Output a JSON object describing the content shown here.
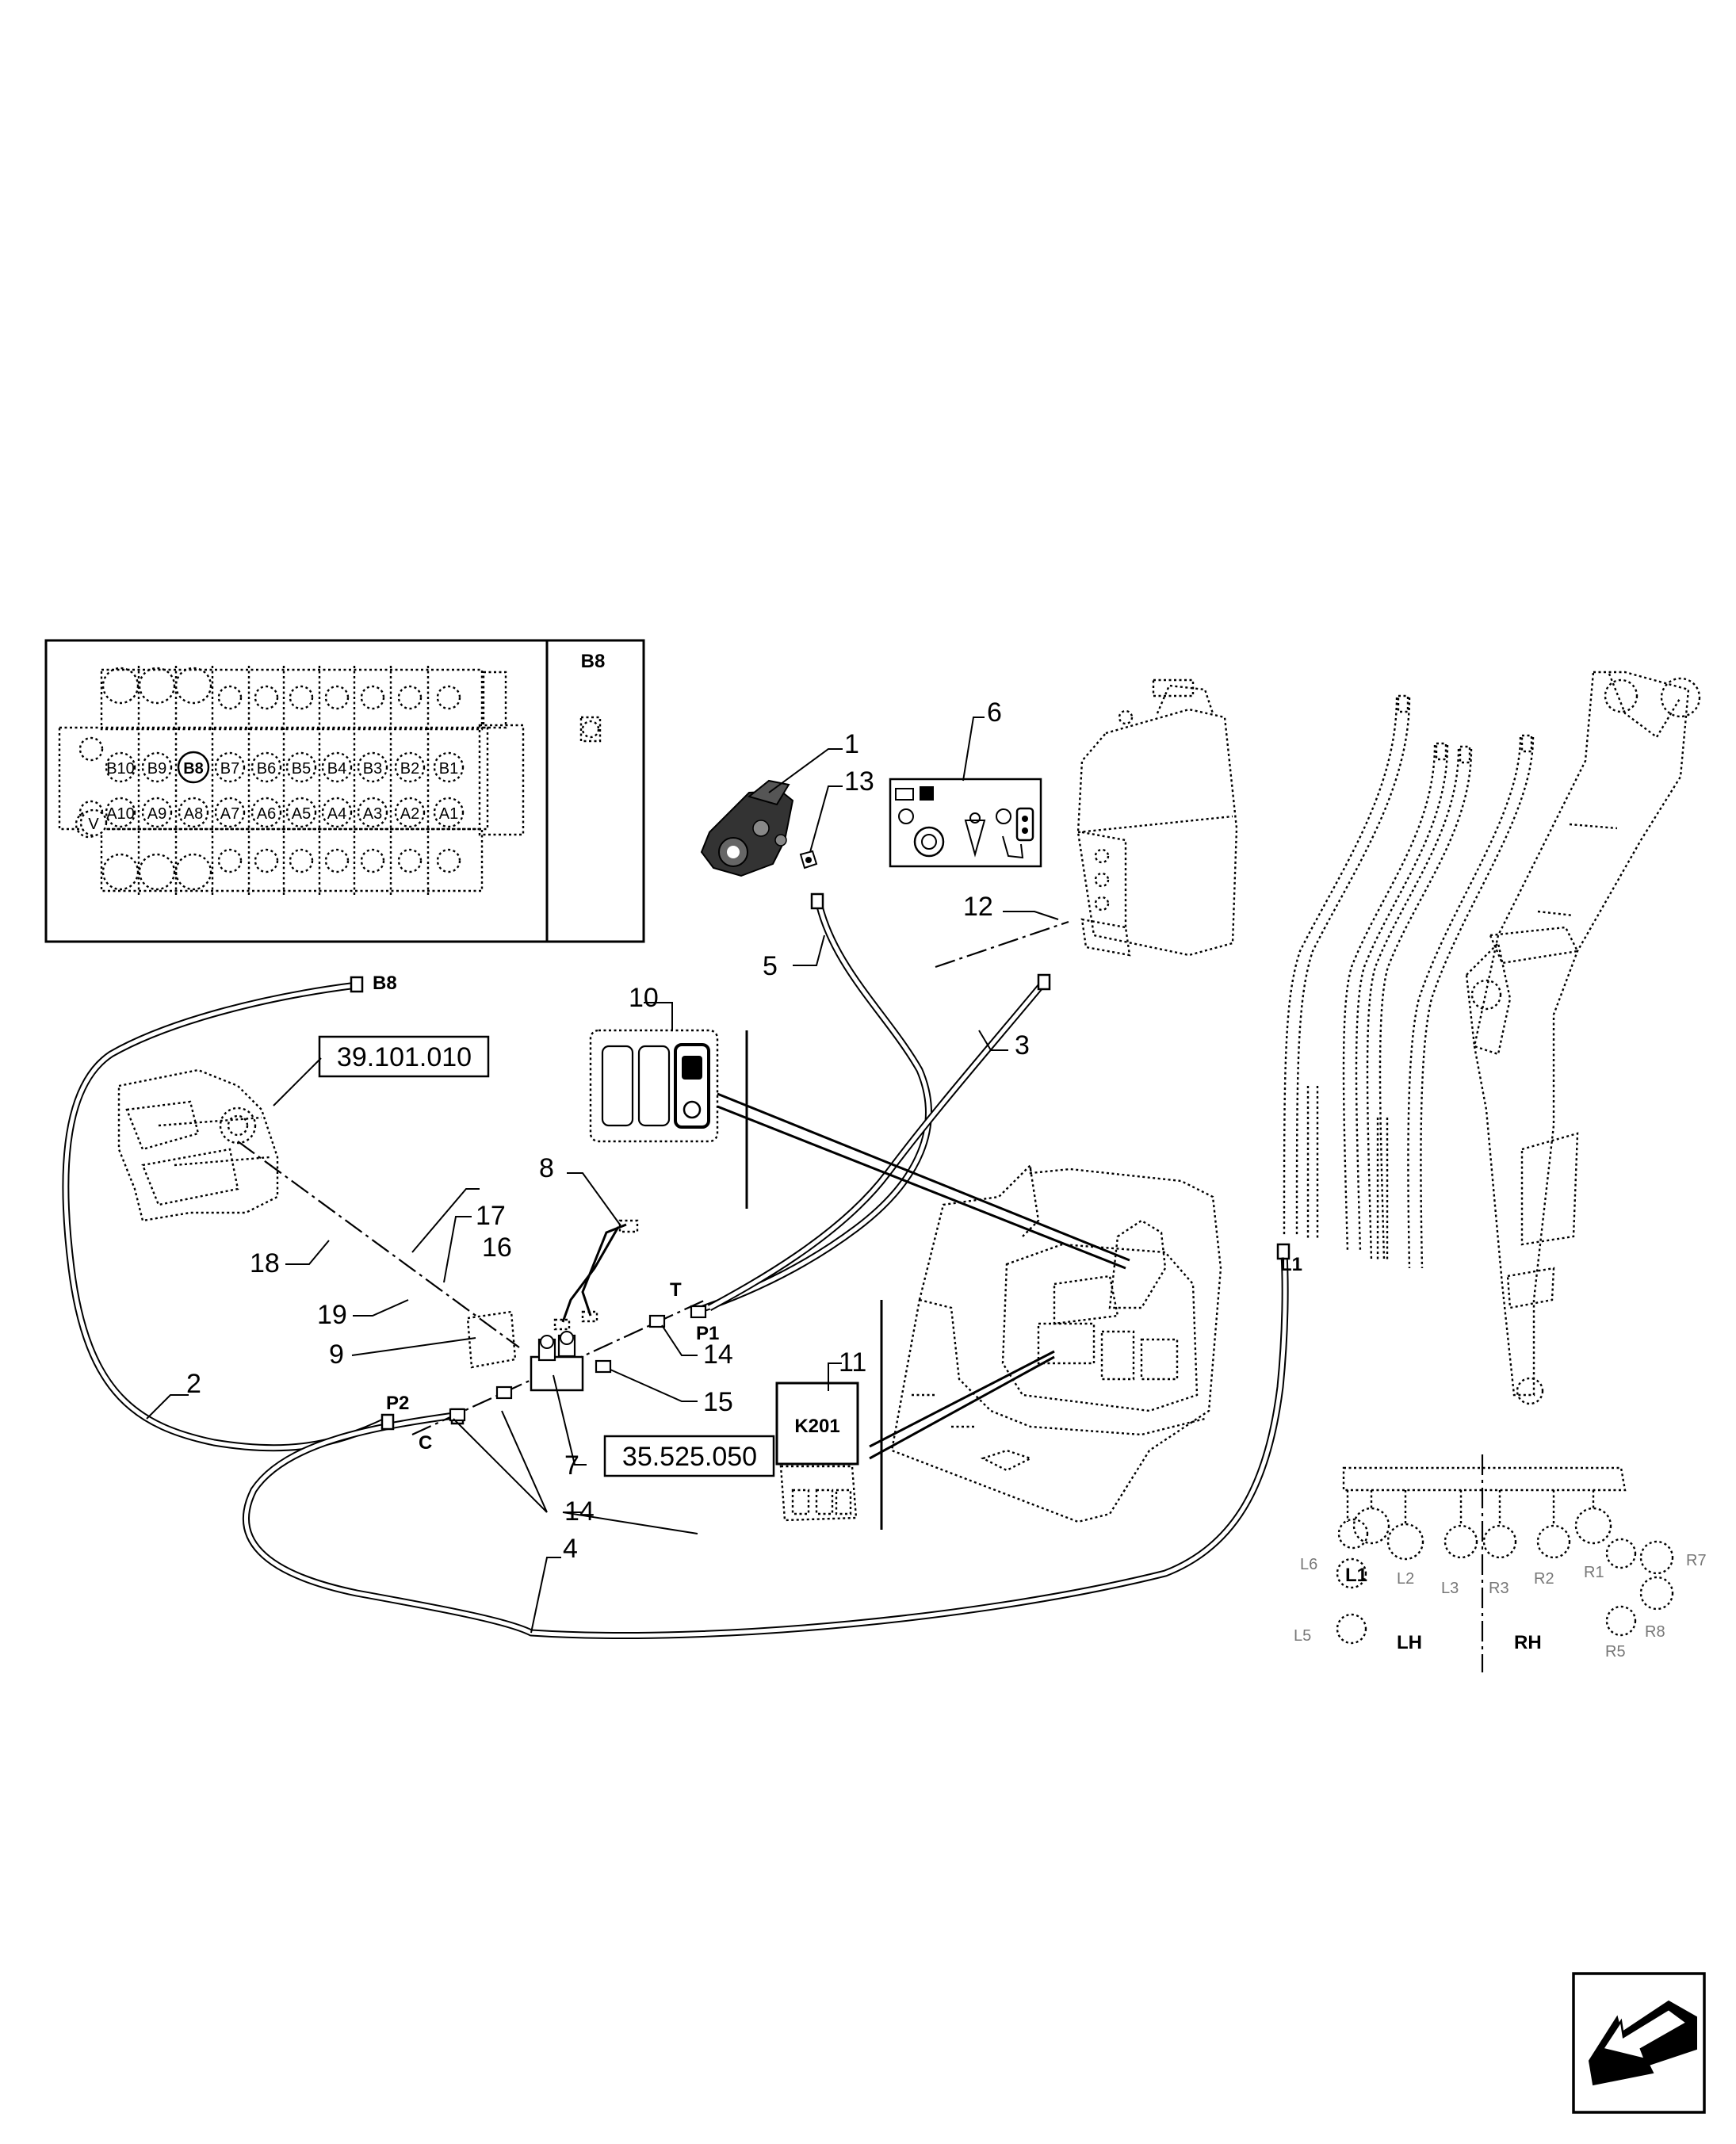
{
  "callouts": {
    "c1": "1",
    "c2": "2",
    "c3": "3",
    "c4": "4",
    "c5": "5",
    "c6": "6",
    "c7": "7",
    "c8": "8",
    "c9": "9",
    "c10": "10",
    "c11": "11",
    "c12": "12",
    "c13": "13",
    "c14a": "14",
    "c14b": "14",
    "c15": "15",
    "c16": "16",
    "c17": "17",
    "c18": "18",
    "c19": "19"
  },
  "references": {
    "r1": "39.101.010",
    "r2": "35.525.050"
  },
  "relay_label": "K201",
  "ports": {
    "b8_panel": "B8",
    "b8_hose": "B8",
    "t": "T",
    "p1": "P1",
    "p2": "P2",
    "c": "C",
    "l1_hose": "L1"
  },
  "valve_sections": {
    "b": [
      "B10",
      "B9",
      "B8",
      "B7",
      "B6",
      "B5",
      "B4",
      "B3",
      "B2",
      "B1"
    ],
    "a": [
      "A10",
      "A9",
      "A8",
      "A7",
      "A6",
      "A5",
      "A4",
      "A3",
      "A2",
      "A1"
    ],
    "v": "V"
  },
  "inset_ports": {
    "l6": "L6",
    "l1": "L1",
    "l2": "L2",
    "l3": "L3",
    "r3": "R3",
    "r2": "R2",
    "r1": "R1",
    "r7": "R7",
    "l5": "L5",
    "r5": "R5",
    "r8": "R8",
    "lh": "LH",
    "rh": "RH"
  }
}
